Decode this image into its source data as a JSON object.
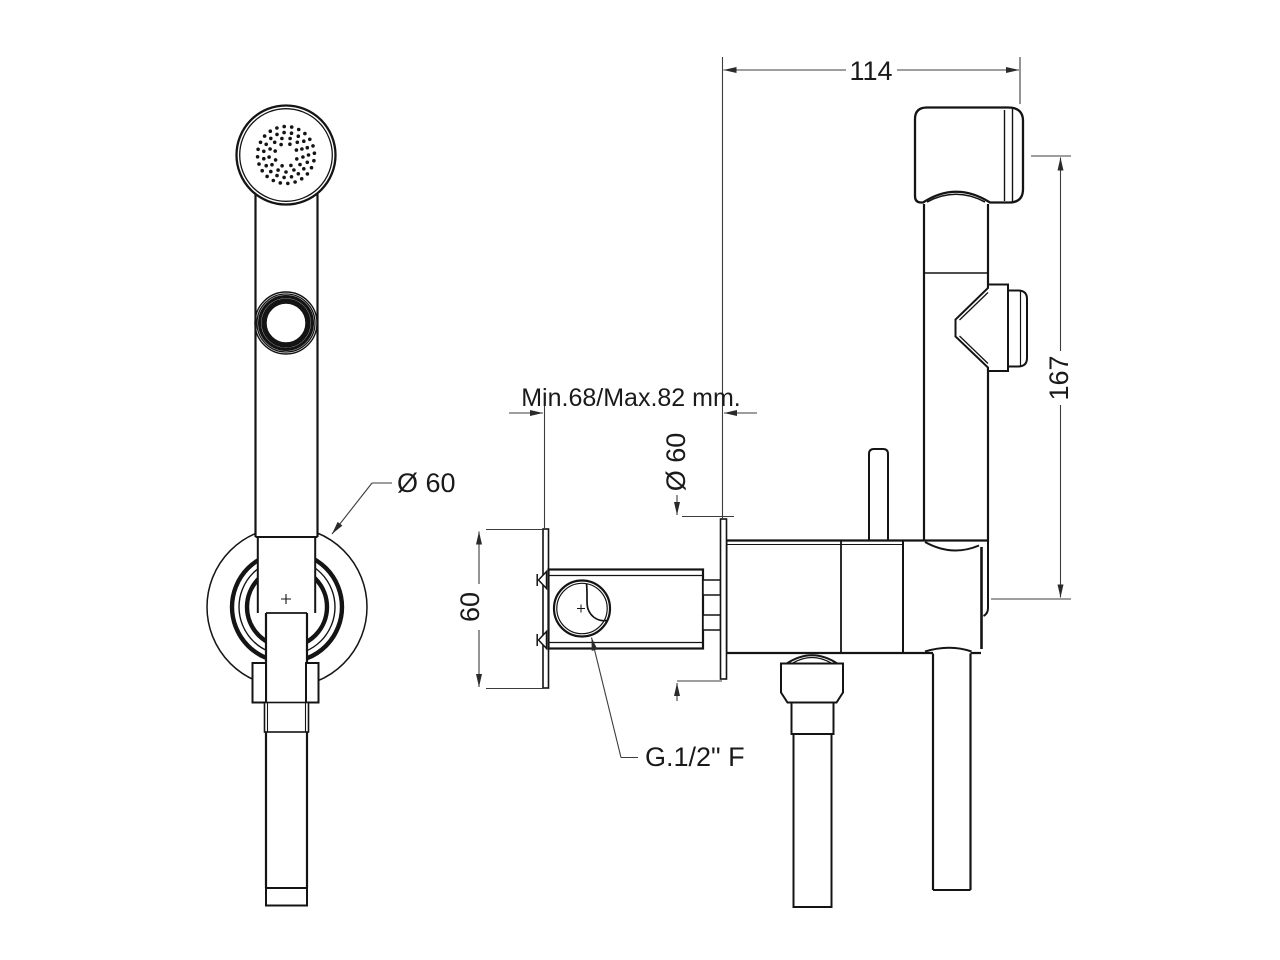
{
  "diagram": {
    "dim_width_top": "114",
    "dim_height_side": "167",
    "dim_wall_depth": "Min.68/Max.82 mm.",
    "dim_holder_diameter": "Ø 60",
    "dim_plate_diameter": "Ø 60",
    "dim_plate_height": "60",
    "thread_label": "G.1/2\" F",
    "line_color": "#141414",
    "dimension_color": "#3c3c3c",
    "background": "#ffffff"
  }
}
